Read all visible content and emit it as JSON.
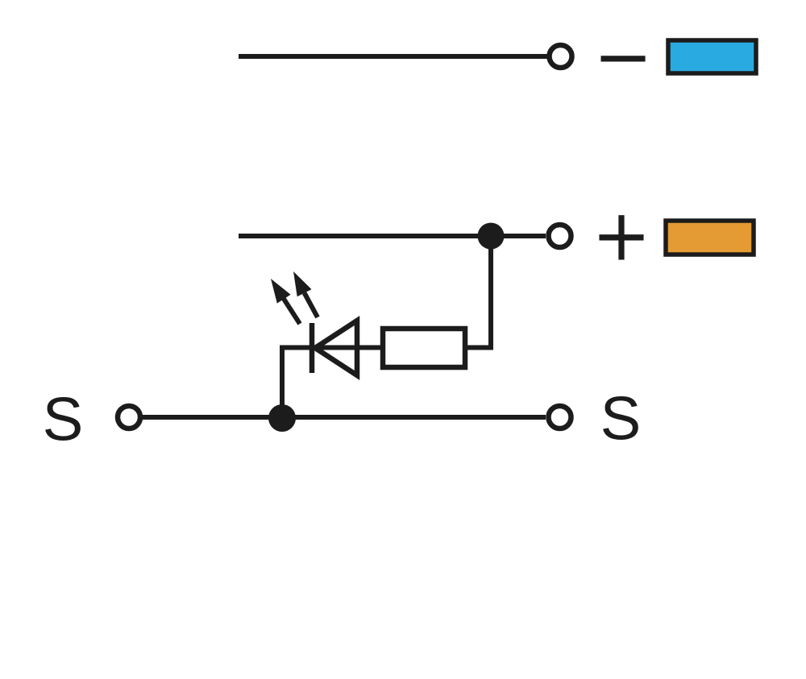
{
  "diagram": {
    "labels": {
      "minus": "−",
      "plus": "+",
      "s_left": "S",
      "s_right": "S"
    },
    "colors": {
      "wire": "#1c1c1c",
      "text": "#1c1c1c",
      "minus_marker_fill": "#29ABE2",
      "plus_marker_fill": "#E49B33",
      "component_fill": "#ffffff",
      "background": "#ffffff"
    },
    "components": {
      "minus_terminal": "open-circle-terminal",
      "plus_terminal": "open-circle-terminal",
      "sensor_left_terminal": "open-circle-terminal",
      "sensor_right_terminal": "open-circle-terminal",
      "plus_junction": "filled-junction-dot",
      "sensor_junction": "filled-junction-dot",
      "led": "led-symbol",
      "resistor": "resistor-symbol",
      "minus_marker": "blue-color-code-bar",
      "plus_marker": "orange-color-code-bar"
    }
  }
}
